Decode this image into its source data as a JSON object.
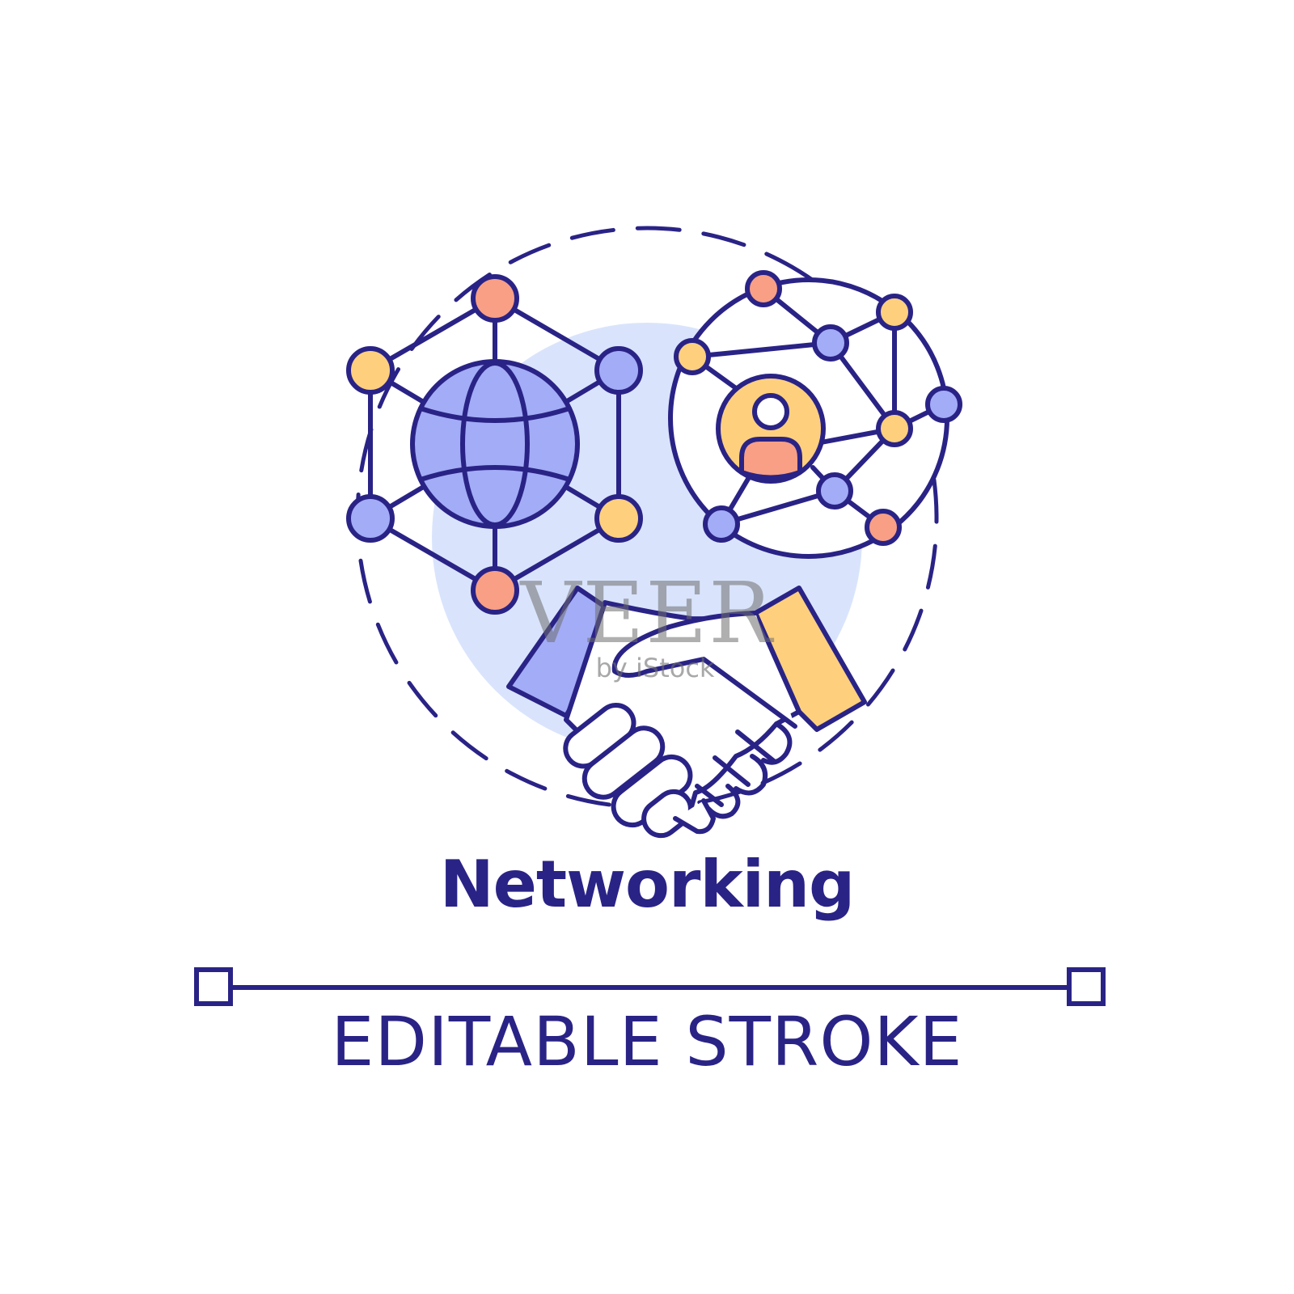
{
  "title": "Networking",
  "subtitle": "EDITABLE STROKE",
  "watermark": {
    "main": "VEER",
    "sub": "by iStock"
  },
  "colors": {
    "stroke": "#2a2386",
    "background_circle": "#d9e4fc",
    "blue_fill": "#a3acf6",
    "salmon_fill": "#f89f85",
    "yellow_fill": "#fed07e",
    "white_fill": "#ffffff"
  },
  "icons": [
    "globe-network-icon",
    "social-network-icon",
    "handshake-icon"
  ]
}
